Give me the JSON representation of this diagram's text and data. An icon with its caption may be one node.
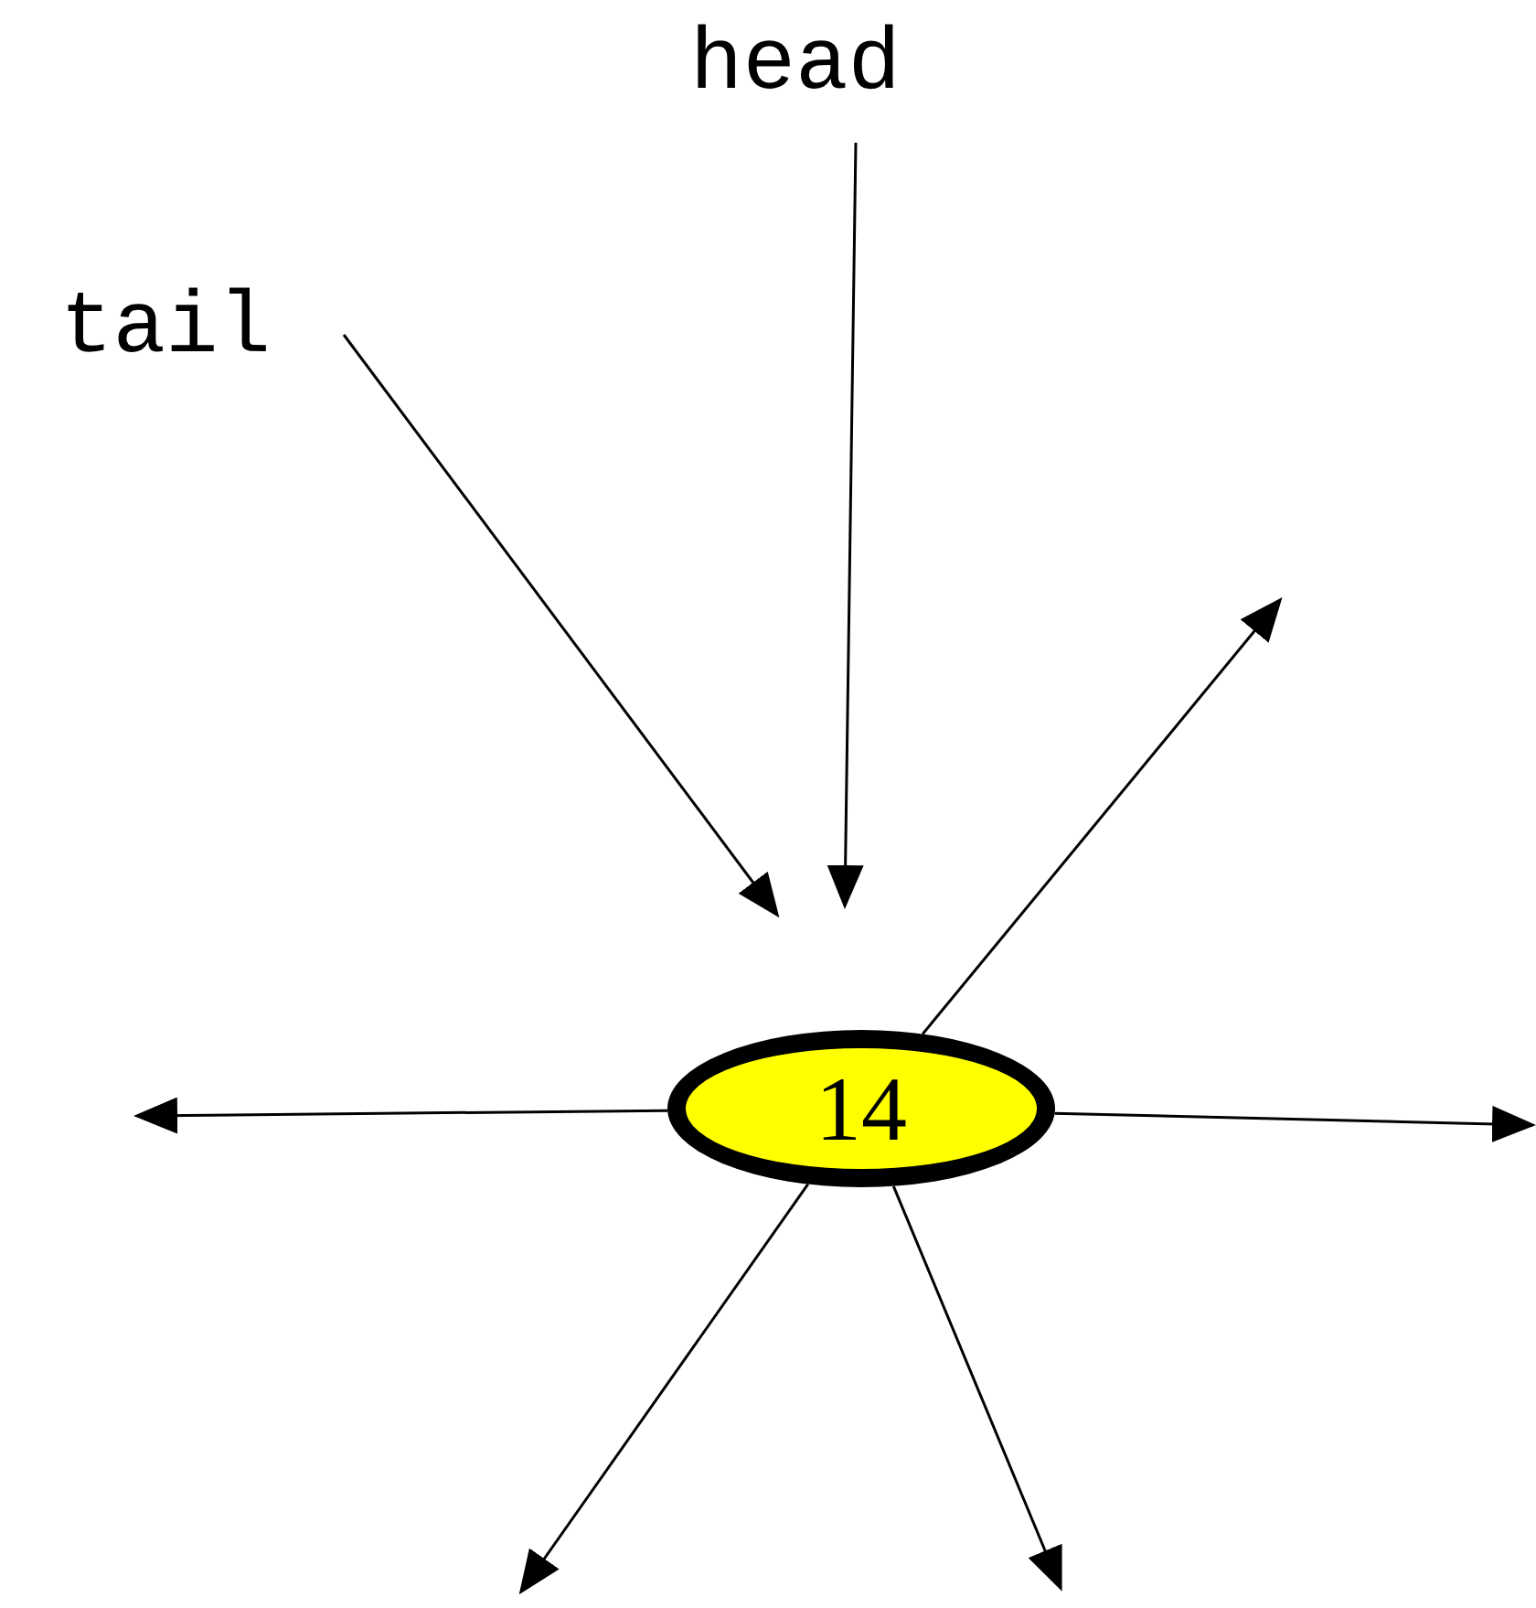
{
  "diagram": {
    "nodes": [
      {
        "text": [
          "head"
        ]
      },
      {
        "text": [
          "tail"
        ]
      },
      {
        "text": [
          "14"
        ]
      }
    ],
    "edges": [
      {
        "from": 0,
        "to": null,
        "arrow": "to"
      },
      {
        "from": 1,
        "to": null,
        "arrow": "to"
      },
      {
        "from": 2,
        "to": null,
        "arrow": "to"
      },
      {
        "from": 2,
        "to": null,
        "arrow": "to"
      },
      {
        "from": 2,
        "to": null,
        "arrow": "to"
      },
      {
        "from": 2,
        "to": null,
        "arrow": "to"
      },
      {
        "from": 2,
        "to": null,
        "arrow": "to"
      }
    ]
  }
}
